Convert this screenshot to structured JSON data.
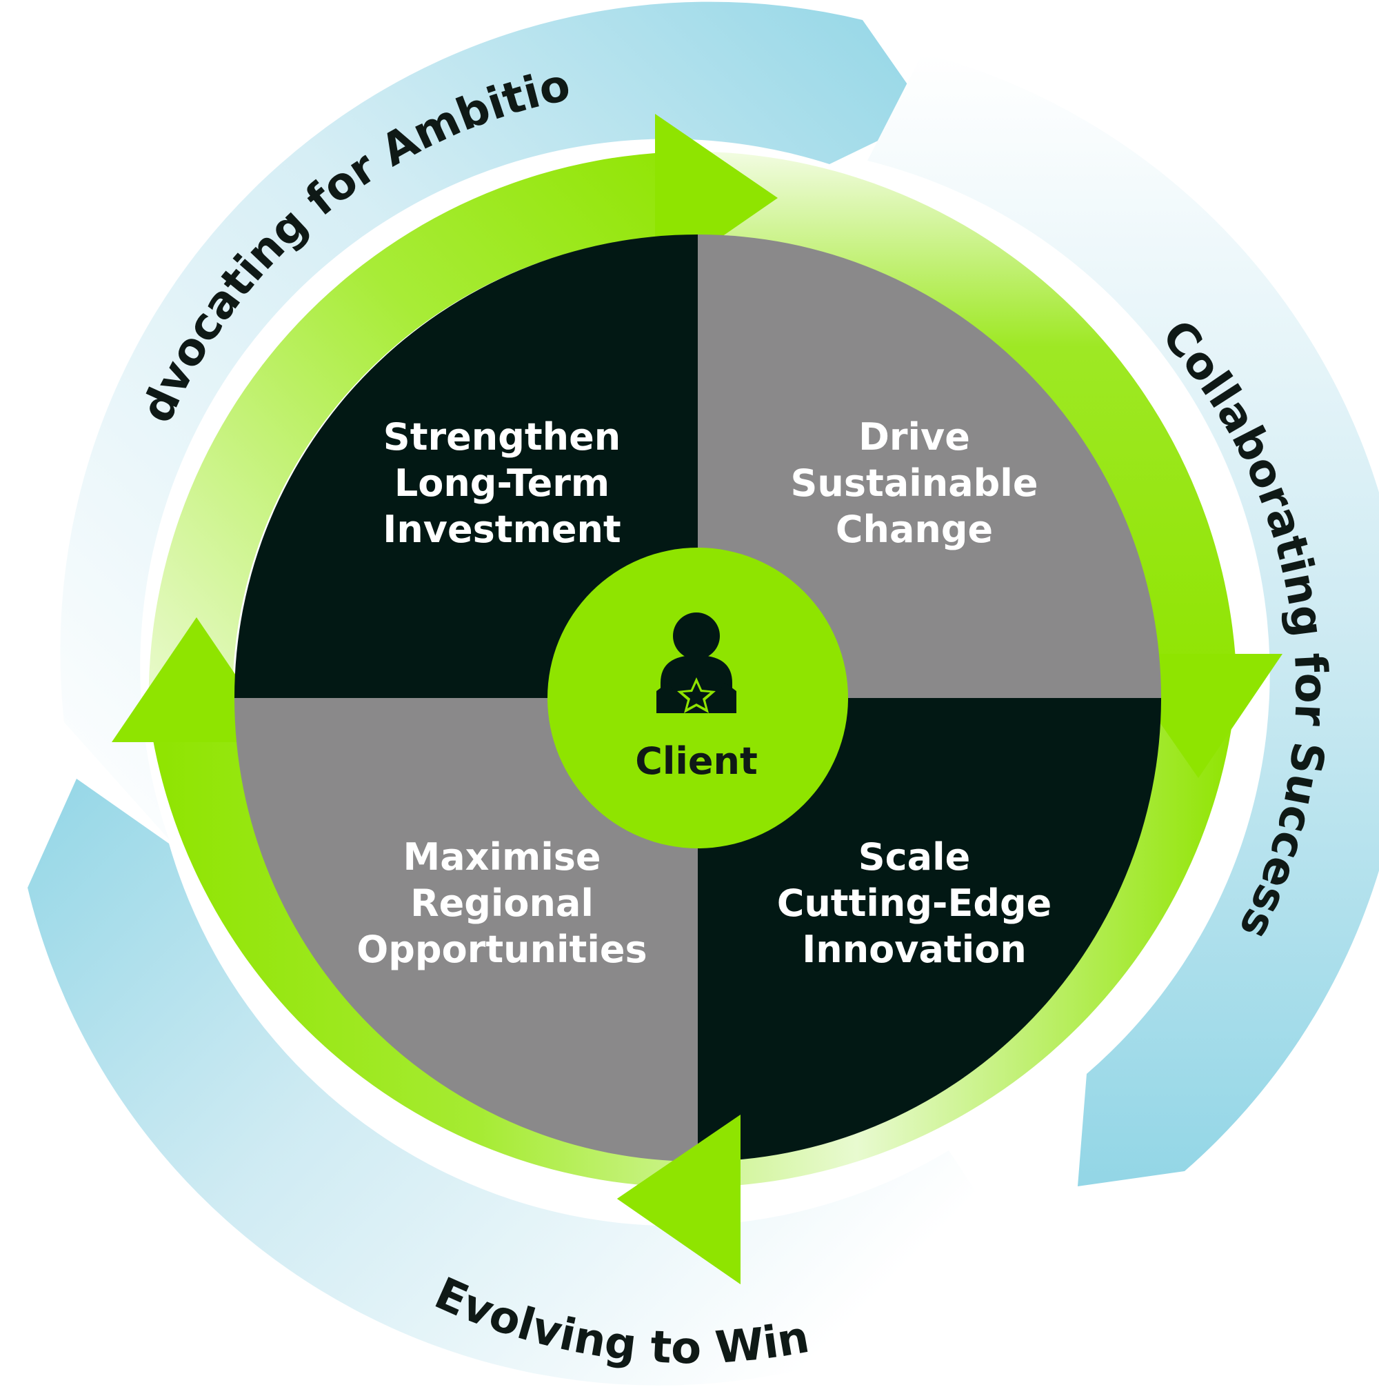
{
  "outer_cycle": {
    "top_left": "Advocating for Ambition",
    "right": "Collaborating for Success",
    "bottom": "Evolving to Win"
  },
  "quadrants": {
    "top_left": {
      "line1": "Strengthen",
      "line2": "Long-Term",
      "line3": "Investment"
    },
    "top_right": {
      "line1": "Drive",
      "line2": "Sustainable",
      "line3": "Change"
    },
    "bottom_left": {
      "line1": "Maximise",
      "line2": "Regional",
      "line3": "Opportunities"
    },
    "bottom_right": {
      "line1": "Scale",
      "line2": "Cutting-Edge",
      "line3": "Innovation"
    }
  },
  "center": {
    "label": "Client",
    "icon": "client-star-icon"
  },
  "colors": {
    "green": "#8fe400",
    "dark": "#021814",
    "grey": "#8a898a",
    "light_blue": "#99d8e6",
    "text_dark": "#0f1916"
  }
}
